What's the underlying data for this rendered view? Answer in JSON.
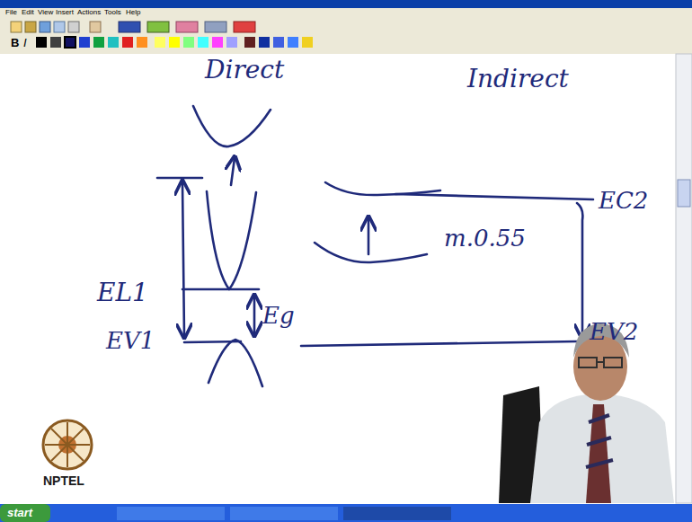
{
  "diagram": {
    "labels": [
      "File",
      "Edit",
      "View",
      "Insert",
      "Actions",
      "Tools",
      "Help",
      "B",
      "I",
      "Direct",
      "Indirect",
      "EL1",
      "EV1",
      "Eg",
      "m.0.55",
      "EC2",
      "EV2",
      "NPTEL",
      "start"
    ]
  }
}
